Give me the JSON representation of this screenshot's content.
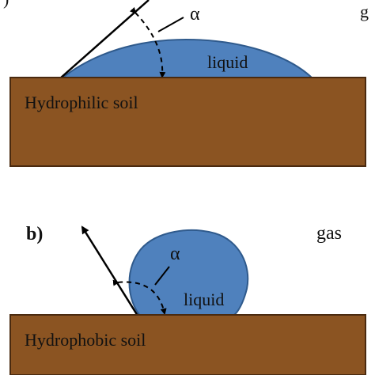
{
  "panel_a": {
    "partial_label": ")",
    "partial_gas": "g",
    "angle_symbol": "α",
    "liquid_label": "liquid",
    "soil_label": "Hydrophilic soil"
  },
  "panel_b": {
    "panel_label": "b)",
    "gas_label": "gas",
    "angle_symbol": "α",
    "liquid_label": "liquid",
    "soil_label": "Hydrophobic soil"
  },
  "colors": {
    "soil_fill": "#8B5422",
    "soil_stroke": "#4A2A0F",
    "liquid_fill": "#4F81BD",
    "liquid_stroke": "#2F5A8C",
    "line": "#000000"
  }
}
